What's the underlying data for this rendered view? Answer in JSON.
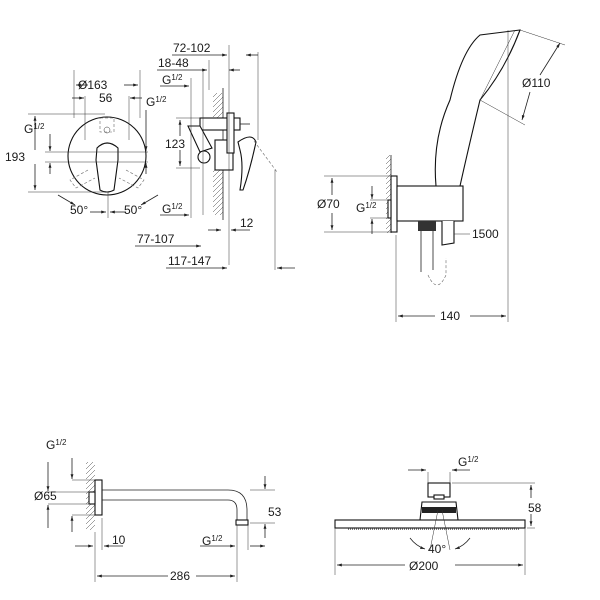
{
  "mixer_front": {
    "dia_outer": "Ø163",
    "width_56": "56",
    "height_193": "193",
    "thread_left": {
      "g": "G",
      "frac": "1/2"
    },
    "thread_right": {
      "g": "G",
      "frac": "1/2"
    },
    "angle_left": "50°",
    "angle_right": "50°"
  },
  "mixer_side": {
    "dim_72_102": "72-102",
    "dim_18_48": "18-48",
    "thread_top": {
      "g": "G",
      "frac": "1/2"
    },
    "dim_123": "123",
    "thread_bottom": {
      "g": "G",
      "frac": "1/2"
    },
    "dim_12": "12",
    "dim_77_107": "77-107",
    "dim_117_147": "117-147"
  },
  "hand_shower": {
    "dia_head": "Ø110",
    "dia_outlet": "Ø70",
    "thread": {
      "g": "G",
      "frac": "1/2"
    },
    "hose_length": "1500",
    "depth": "140"
  },
  "shower_arm": {
    "thread_wall": {
      "g": "G",
      "frac": "1/2"
    },
    "dia_rosette": "Ø65",
    "dim_10": "10",
    "dim_53": "53",
    "thread_outlet": {
      "g": "G",
      "frac": "1/2"
    },
    "length": "286"
  },
  "head_shower": {
    "thread": {
      "g": "G",
      "frac": "1/2"
    },
    "height": "58",
    "tilt_angle": "40°",
    "diameter": "Ø200"
  }
}
